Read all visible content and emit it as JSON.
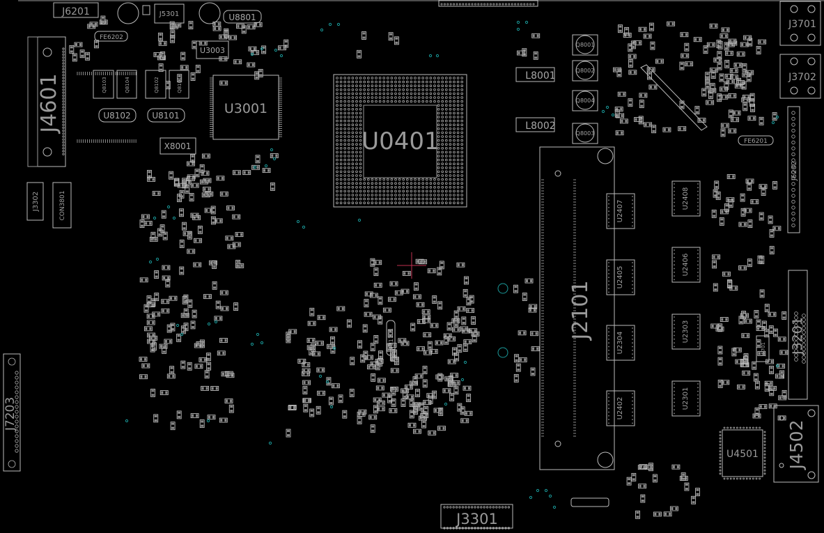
{
  "board": {
    "background": "#000000",
    "silkscreen_color": "#bdbdbd",
    "via_color": "#1a9a9a",
    "marker_color": "#c03050"
  },
  "labels": {
    "u0401": "U0401",
    "j2101": "J2101",
    "j4601": "J4601",
    "u3001": "U3001",
    "j3301": "J3301",
    "j4502": "J4502",
    "u4501": "U4501",
    "j3201": "J3201",
    "j7203": "J7203",
    "j6201": "J6201",
    "j5301": "J5301",
    "u8801": "U8801",
    "u3003": "U3003",
    "x8001": "X8001",
    "u8102": "U8102",
    "u8101": "U8101",
    "q8103": "Q8103",
    "q8104": "Q8104",
    "q8102": "Q8102",
    "q8101": "Q8101",
    "fe6202": "FE6202",
    "j3302": "J3302",
    "con3801": "CON3801",
    "l8001": "L8001",
    "l8002": "L8002",
    "q8001": "Q8001",
    "q8002": "Q8002",
    "q8004": "Q8004",
    "q8003": "Q8003",
    "u2407": "U2407",
    "u2408": "U2408",
    "u2405": "U2405",
    "u2406": "U2406",
    "u2304": "U2304",
    "u2303": "U2303",
    "u2402": "U2402",
    "u2301": "U2301",
    "j3701": "J3701",
    "j3702": "J3702",
    "fe6201": "FE6201",
    "j6202": "J6202",
    "fe1101": "FE1101",
    "j5701": "J5701"
  }
}
